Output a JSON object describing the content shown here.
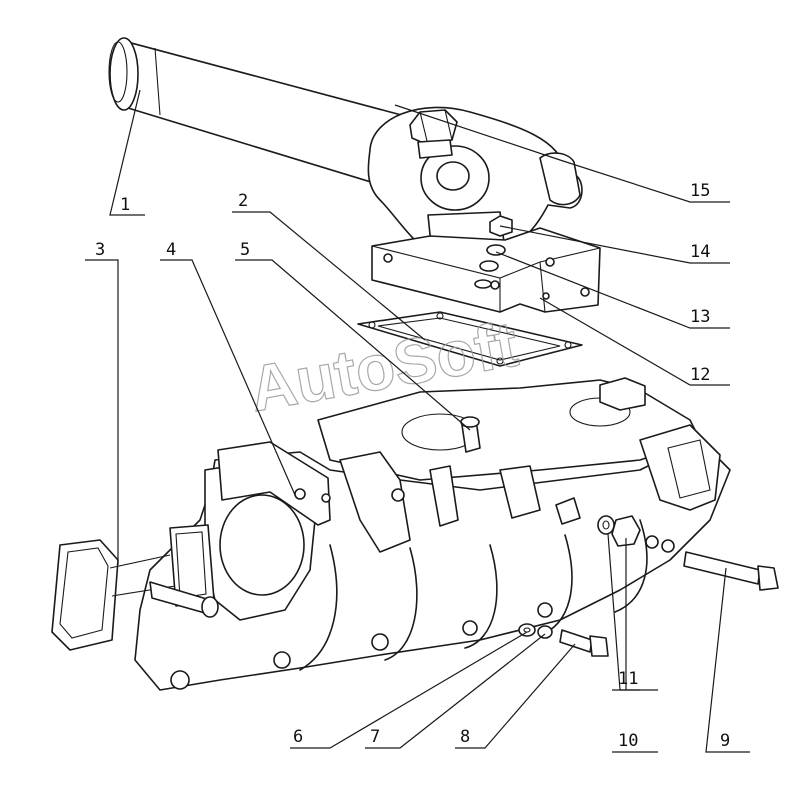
{
  "watermark": "AutoSoft",
  "callouts": [
    {
      "id": "1",
      "text": "1"
    },
    {
      "id": "2",
      "text": "2"
    },
    {
      "id": "3",
      "text": "3"
    },
    {
      "id": "4",
      "text": "4"
    },
    {
      "id": "5",
      "text": "5"
    },
    {
      "id": "6",
      "text": "6"
    },
    {
      "id": "7",
      "text": "7"
    },
    {
      "id": "8",
      "text": "8"
    },
    {
      "id": "9",
      "text": "9"
    },
    {
      "id": "10",
      "text": "10"
    },
    {
      "id": "11",
      "text": "11"
    },
    {
      "id": "12",
      "text": "12"
    },
    {
      "id": "13",
      "text": "13"
    },
    {
      "id": "14",
      "text": "14"
    },
    {
      "id": "15",
      "text": "15"
    }
  ]
}
